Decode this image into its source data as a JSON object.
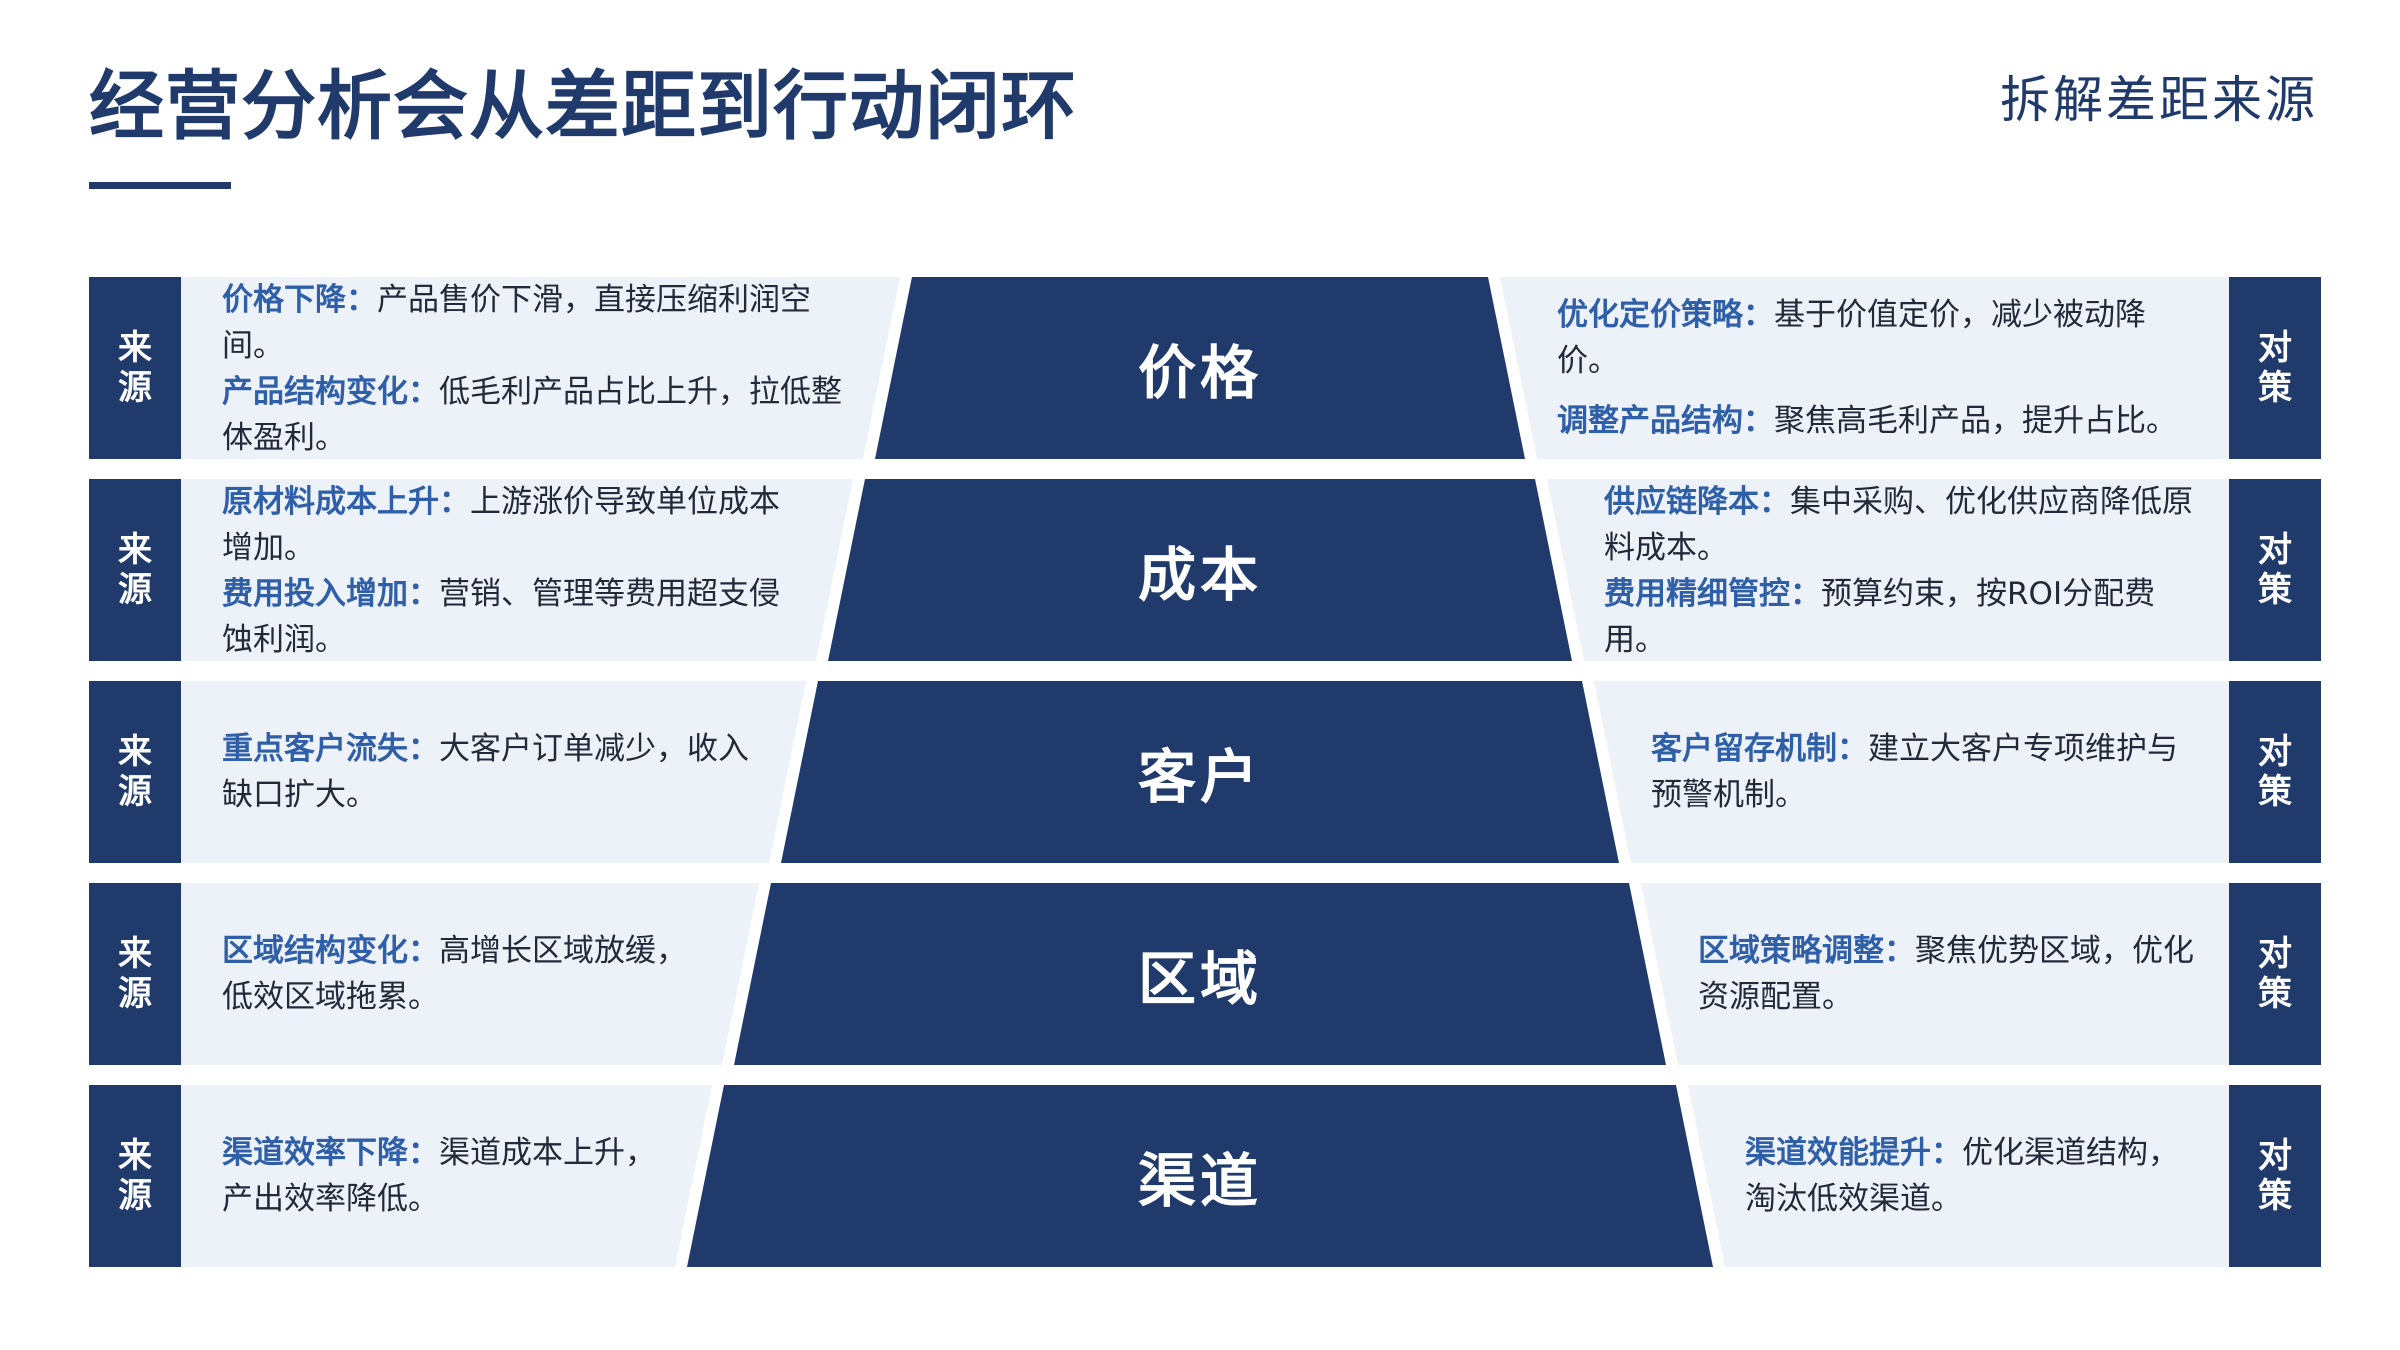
{
  "header": {
    "title": "经营分析会从差距到行动闭环",
    "subtitle": "拆解差距来源"
  },
  "labels": {
    "source": "来源",
    "strategy": "对策"
  },
  "rows": [
    {
      "name": "价格",
      "causes": [
        {
          "key": "价格下降：",
          "text": "产品售价下滑，直接压缩利润空间。"
        },
        {
          "key": "产品结构变化：",
          "text": "低毛利产品占比上升，拉低整体盈利。"
        }
      ],
      "actions": [
        {
          "key": "优化定价策略：",
          "text": "基于价值定价，减少被动降价。"
        },
        {
          "key": "调整产品结构：",
          "text": "聚焦高毛利产品，提升占比。"
        }
      ]
    },
    {
      "name": "成本",
      "causes": [
        {
          "key": "原材料成本上升：",
          "text": "上游涨价导致单位成本增加。"
        },
        {
          "key": "费用投入增加：",
          "text": "营销、管理等费用超支侵蚀利润。"
        }
      ],
      "actions": [
        {
          "key": "供应链降本：",
          "text": "集中采购、优化供应商降低原料成本。"
        },
        {
          "key": "费用精细管控：",
          "text": "预算约束，按ROI分配费用。"
        }
      ]
    },
    {
      "name": "客户",
      "causes": [
        {
          "key": "重点客户流失：",
          "text": "大客户订单减少，收入缺口扩大。"
        }
      ],
      "actions": [
        {
          "key": "客户留存机制：",
          "text": "建立大客户专项维护与预警机制。"
        }
      ]
    },
    {
      "name": "区域",
      "causes": [
        {
          "key": "区域结构变化：",
          "text": "高增长区域放缓，低效区域拖累。"
        }
      ],
      "actions": [
        {
          "key": "区域策略调整：",
          "text": "聚焦优势区域，优化资源配置。"
        }
      ]
    },
    {
      "name": "渠道",
      "causes": [
        {
          "key": "渠道效率下降：",
          "text": "渠道成本上升，产出效率降低。"
        }
      ],
      "actions": [
        {
          "key": "渠道效能提升：",
          "text": "优化渠道结构，淘汰低效渠道。"
        }
      ]
    }
  ]
}
